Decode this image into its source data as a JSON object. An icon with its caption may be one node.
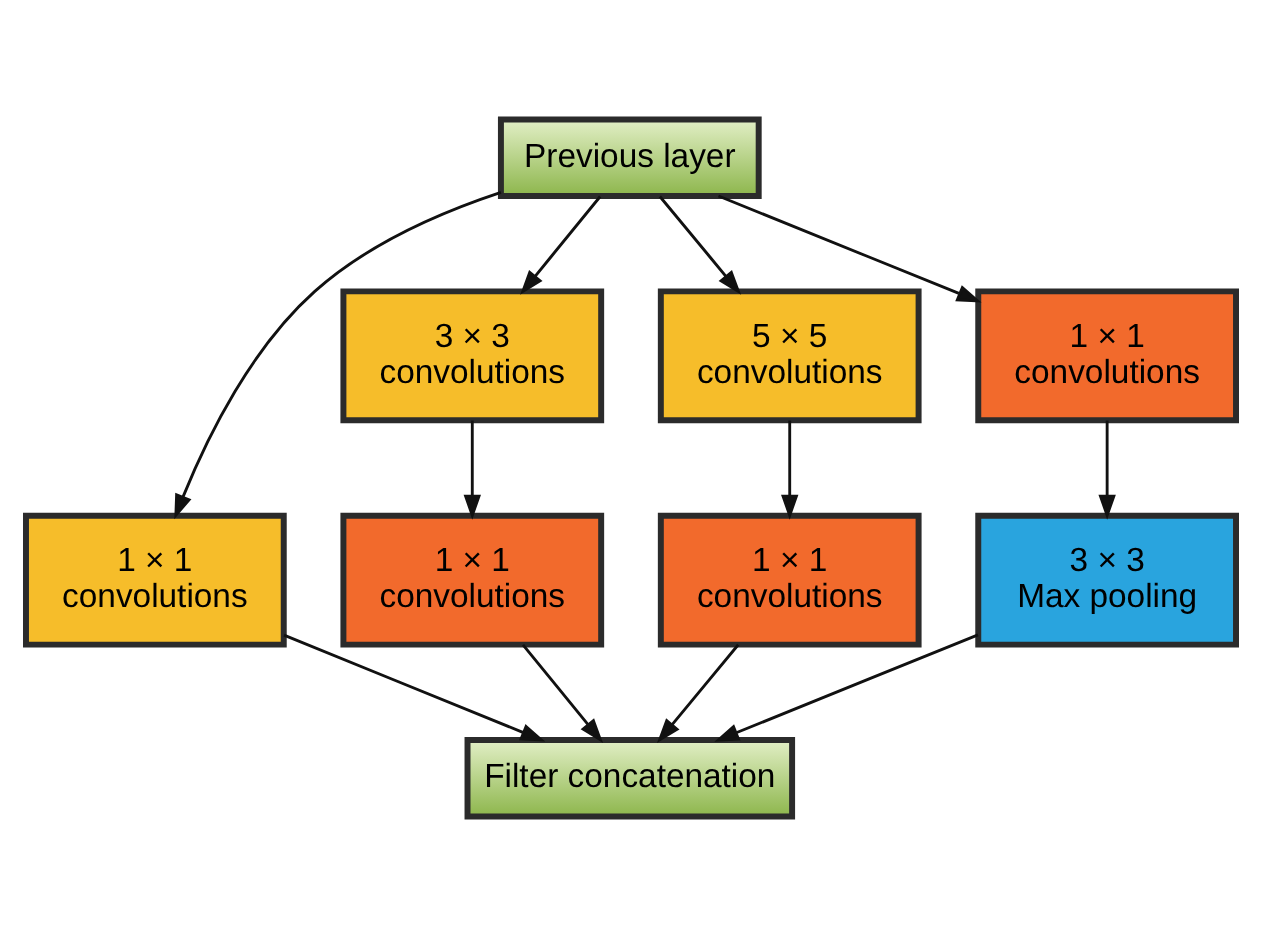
{
  "diagram": {
    "nodes": [
      {
        "text": [
          "Previous layer"
        ]
      },
      {
        "text": [
          "1 × 1 convolutions"
        ]
      },
      {
        "text": [
          "3 × 3 convolutions"
        ]
      },
      {
        "text": [
          "5 × 5 convolutions"
        ]
      },
      {
        "text": [
          "1 × 1 convolutions"
        ]
      },
      {
        "text": [
          "1 × 1 convolutions"
        ]
      },
      {
        "text": [
          "1 × 1 convolutions"
        ]
      },
      {
        "text": [
          "3 × 3 Max pooling"
        ]
      },
      {
        "text": [
          "Filter concatenation"
        ]
      }
    ],
    "edges": [
      {
        "from": 0,
        "to": 1,
        "arrow": "to"
      },
      {
        "from": 0,
        "to": 2,
        "arrow": "to"
      },
      {
        "from": 0,
        "to": 3,
        "arrow": "to"
      },
      {
        "from": 0,
        "to": 4,
        "arrow": "to"
      },
      {
        "from": 2,
        "to": 5,
        "arrow": "to"
      },
      {
        "from": 3,
        "to": 6,
        "arrow": "to"
      },
      {
        "from": 4,
        "to": 7,
        "arrow": "to"
      },
      {
        "from": 1,
        "to": 8,
        "arrow": "to"
      },
      {
        "from": 5,
        "to": 8,
        "arrow": "to"
      },
      {
        "from": 6,
        "to": 8,
        "arrow": "to"
      },
      {
        "from": 7,
        "to": 8,
        "arrow": "to"
      }
    ]
  }
}
